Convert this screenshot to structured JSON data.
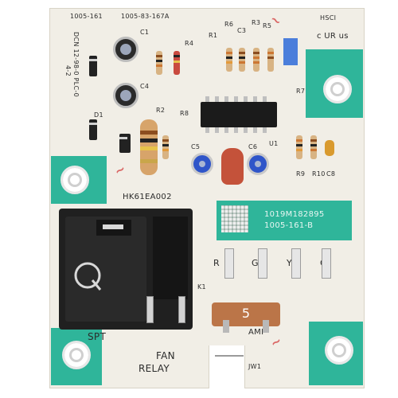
{
  "silkscreen": {
    "top_left_code": "1005-161",
    "top_mid_code": "1005-83-167A",
    "hsc": "HSCI",
    "ul_mark": "c UR us",
    "left_vertical": "DCN 12-98-0 PLC-0",
    "left_vertical_2": "4-2",
    "board_id": "HK61EA002",
    "part_line1": "1019M182895",
    "part_line2": "1005-161-B",
    "spt": "SPT",
    "fan_relay": "FAN",
    "fan_relay_2": "RELAY",
    "jw": "JW1",
    "k1": "K1",
    "terminals": [
      "R",
      "G",
      "Y",
      "C"
    ],
    "component_labels": [
      "C1",
      "R1",
      "R2",
      "R3",
      "R4",
      "R5",
      "R6",
      "R7",
      "R8",
      "R9",
      "R10",
      "C3",
      "C4",
      "C5",
      "C6",
      "C8",
      "U1",
      "D1"
    ],
    "fuse_value": "5",
    "fuse_unit": "AMP"
  },
  "colors": {
    "board": "#f1eee6",
    "solder_mask_green": "#2fb59a",
    "relay": "#202020",
    "fuse": "#bb7548"
  }
}
